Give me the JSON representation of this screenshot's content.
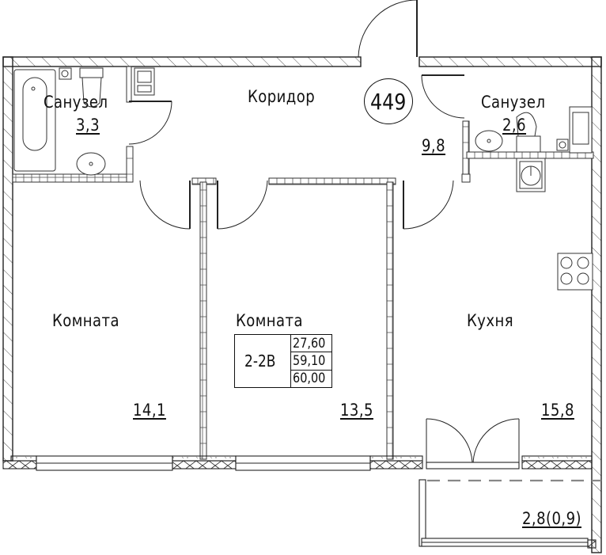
{
  "plan": {
    "apartment_number": "449",
    "spec_table": {
      "type": "2-2B",
      "values": [
        "27,60",
        "59,10",
        "60,00"
      ]
    },
    "rooms": [
      {
        "name": "Санузел",
        "area": "3,3"
      },
      {
        "name": "Коридор",
        "area": "9,8"
      },
      {
        "name": "Санузел",
        "area": "2,6"
      },
      {
        "name": "Комната",
        "area": "14,1"
      },
      {
        "name": "Комната",
        "area": "13,5"
      },
      {
        "name": "Кухня",
        "area": "15,8"
      },
      {
        "name": "",
        "area": "2,8(0,9)"
      }
    ],
    "colors": {
      "line": "#111111",
      "hatch": "#555555",
      "background": "#ffffff"
    }
  }
}
